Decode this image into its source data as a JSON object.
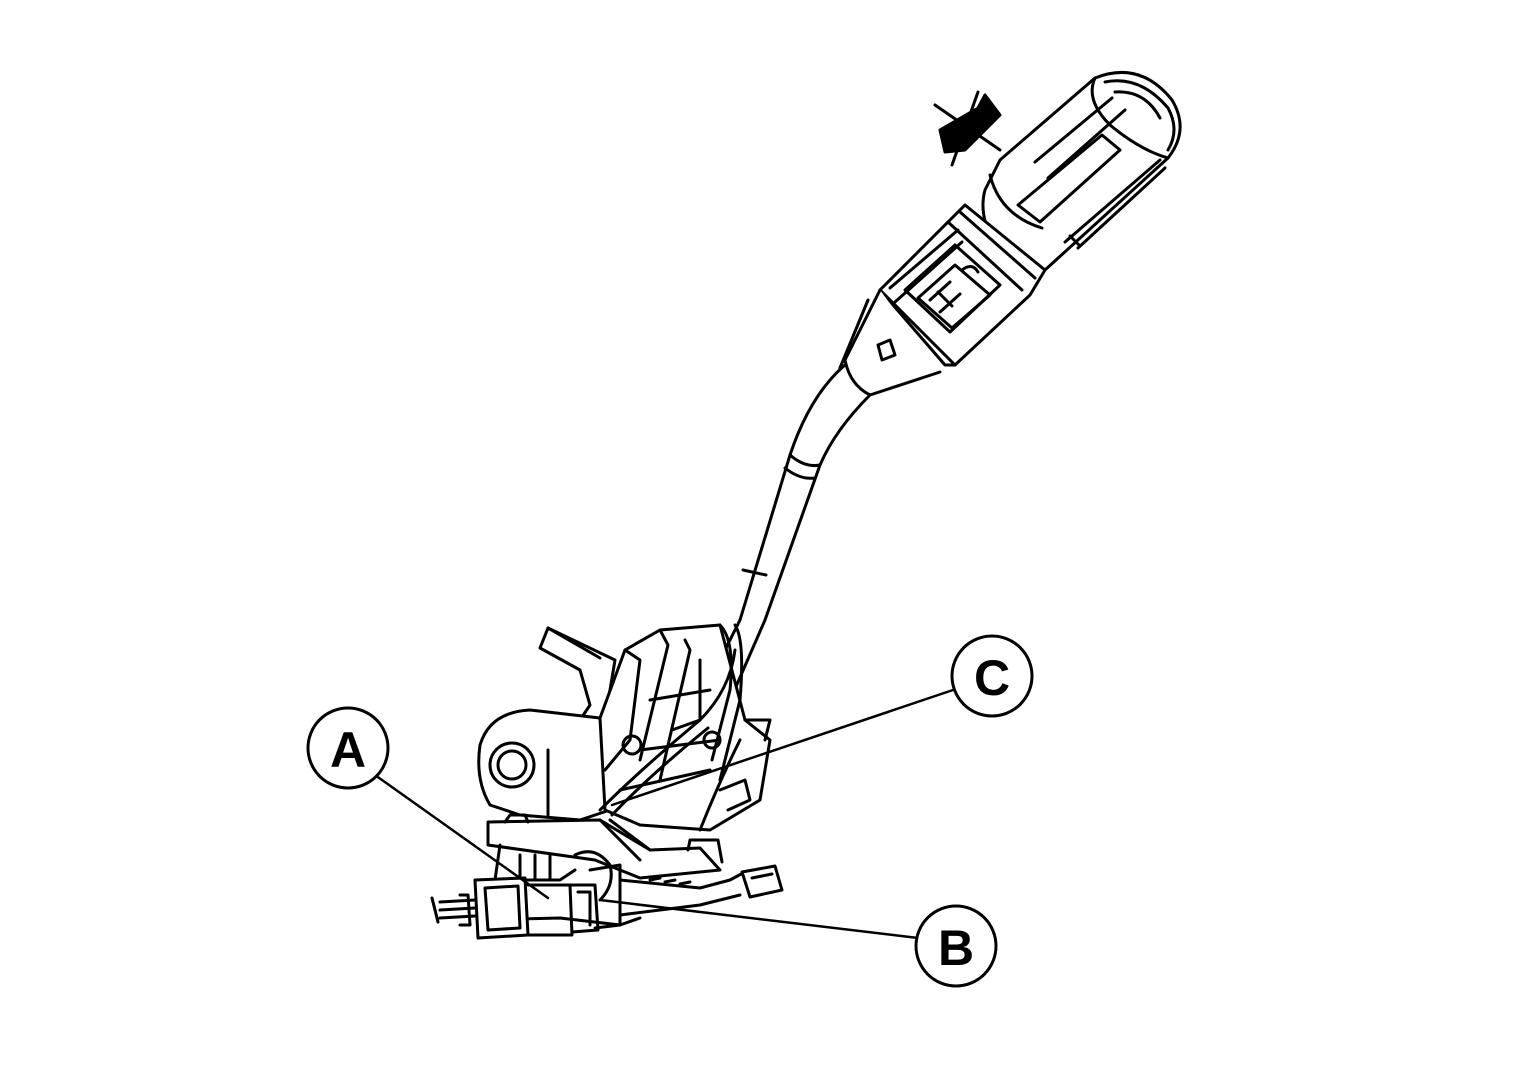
{
  "callouts": [
    {
      "id": "A",
      "label": "A"
    },
    {
      "id": "B",
      "label": "B"
    },
    {
      "id": "C",
      "label": "C"
    }
  ],
  "colors": {
    "line": "#000000",
    "background": "#ffffff"
  },
  "icons": [
    "release-arrow-icon"
  ]
}
